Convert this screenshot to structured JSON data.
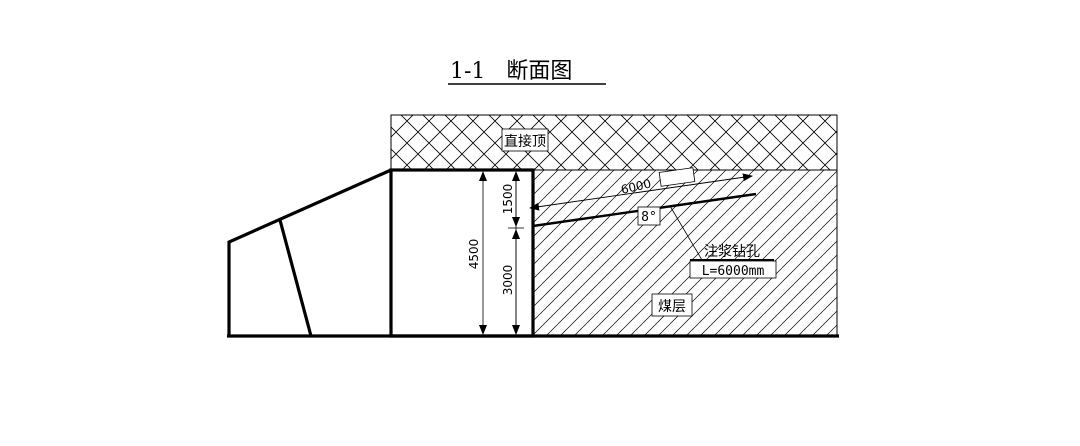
{
  "title": "1-1   断面图",
  "labels": {
    "roof": "直接顶",
    "coal_seam": "煤层",
    "grout_hole": "注浆钻孔",
    "hole_length": "L=6000mm"
  },
  "dimensions": {
    "total_height": "4500",
    "upper_height": "1500",
    "lower_height": "3000",
    "drill_length": "6000",
    "angle": "8°"
  }
}
